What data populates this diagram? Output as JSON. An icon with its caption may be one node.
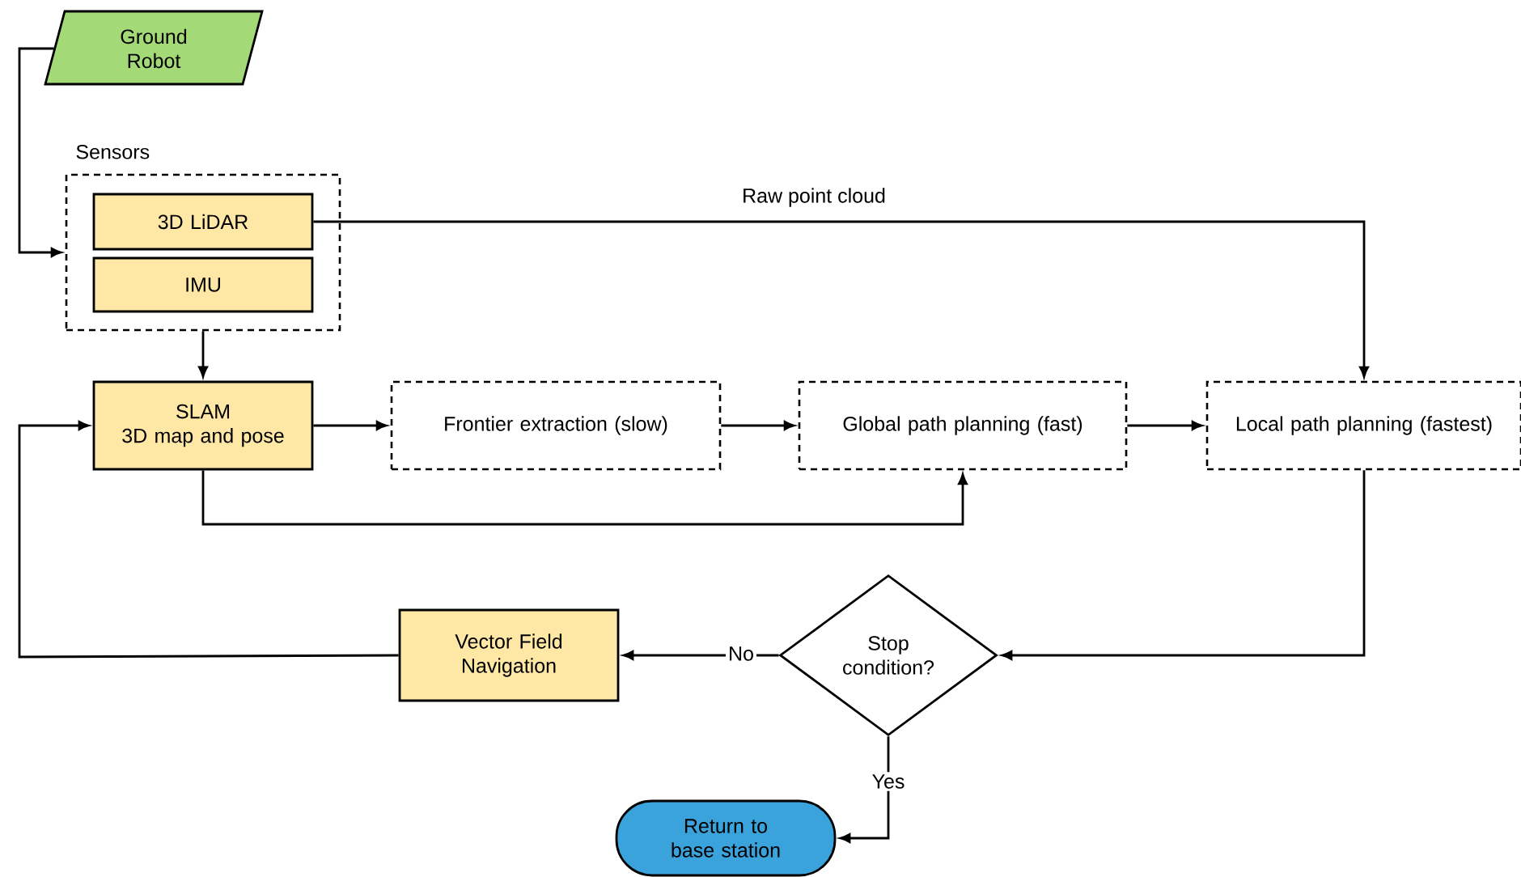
{
  "diagram": {
    "nodes": [
      {
        "text": [
          "Ground Robot"
        ]
      },
      {
        "text": [
          "Sensors"
        ]
      },
      {
        "text": [
          "3D LiDAR"
        ],
        "in": 1
      },
      {
        "text": [
          "IMU"
        ],
        "in": 1
      },
      {
        "text": [
          "SLAM",
          "3D map and pose"
        ]
      },
      {
        "text": [
          "Frontier extraction (slow)"
        ]
      },
      {
        "text": [
          "Global path planning (fast)"
        ]
      },
      {
        "text": [
          "Local path planning (fastest)"
        ]
      },
      {
        "text": [
          "Stop condition?"
        ]
      },
      {
        "text": [
          "Vector Field Navigation"
        ]
      },
      {
        "text": [
          "Return to base station"
        ]
      }
    ],
    "edges": [
      {
        "from": 0,
        "to": 1,
        "arrow": "to"
      },
      {
        "from": 2,
        "to": 7,
        "arrow": "to",
        "label": "Raw point cloud"
      },
      {
        "from": 1,
        "to": 4,
        "arrow": "to"
      },
      {
        "from": 4,
        "to": 5,
        "arrow": "to"
      },
      {
        "from": 5,
        "to": 6,
        "arrow": "to"
      },
      {
        "from": 6,
        "to": 7,
        "arrow": "to"
      },
      {
        "from": 4,
        "to": 6,
        "arrow": "to"
      },
      {
        "from": 7,
        "to": 8,
        "arrow": "to"
      },
      {
        "from": 8,
        "to": 9,
        "arrow": "to",
        "label": "No"
      },
      {
        "from": 8,
        "to": 10,
        "arrow": "to",
        "label": "Yes"
      },
      {
        "from": 9,
        "to": 4,
        "arrow": "to"
      }
    ]
  }
}
